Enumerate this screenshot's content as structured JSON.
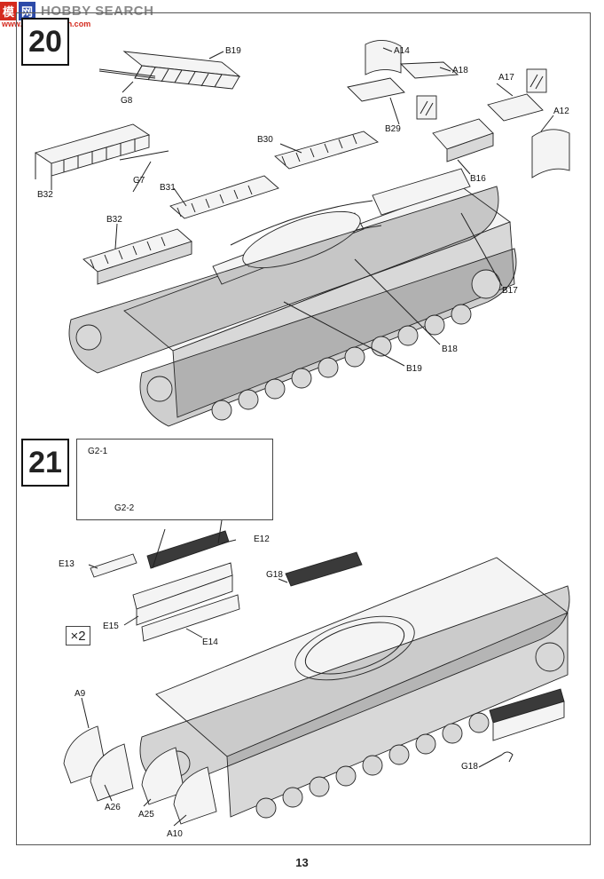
{
  "watermark": {
    "logo_a": "模",
    "logo_b": "网",
    "brand": "HOBBY SEARCH",
    "site": "www.hobbysearch.com"
  },
  "steps": [
    {
      "number": "20",
      "labels": [
        "B19",
        "G8",
        "A14",
        "A18",
        "A17",
        "A12",
        "B29",
        "B16",
        "B30",
        "B32",
        "G7",
        "B31",
        "B32",
        "B17",
        "B18",
        "B19"
      ]
    },
    {
      "number": "21",
      "inset_labels": [
        "G2-1",
        "G2-2"
      ],
      "labels": [
        "E12",
        "E13",
        "G18",
        "E15",
        "E14",
        "A9",
        "G18",
        "A26",
        "A25",
        "A10"
      ],
      "multiplier": "×2"
    }
  ],
  "page_number": "13"
}
